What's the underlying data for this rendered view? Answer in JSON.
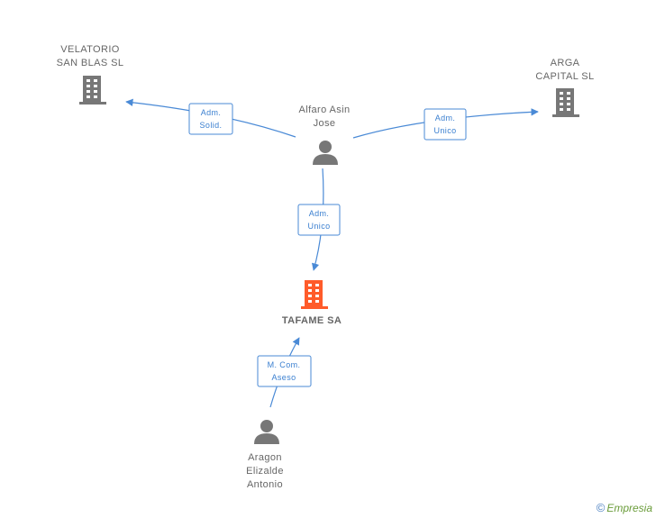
{
  "nodes": {
    "velatorio": {
      "lines": [
        "VELATORIO",
        "SAN BLAS  SL"
      ],
      "type": "company",
      "color": "#777777"
    },
    "arga": {
      "lines": [
        "ARGA",
        "CAPITAL SL"
      ],
      "type": "company",
      "color": "#777777"
    },
    "alfaro": {
      "lines": [
        "Alfaro Asin",
        "Jose"
      ],
      "type": "person",
      "color": "#777777"
    },
    "tafame": {
      "lines": [
        "TAFAME SA"
      ],
      "type": "company",
      "color": "#ff5b2a"
    },
    "aragon": {
      "lines": [
        "Aragon",
        "Elizalde",
        "Antonio"
      ],
      "type": "person",
      "color": "#777777"
    }
  },
  "edges": {
    "alfaro_velatorio": {
      "lines": [
        "Adm.",
        "Solid."
      ]
    },
    "alfaro_arga": {
      "lines": [
        "Adm.",
        "Unico"
      ]
    },
    "alfaro_tafame": {
      "lines": [
        "Adm.",
        "Unico"
      ]
    },
    "aragon_tafame": {
      "lines": [
        "M. Com.",
        "Aseso"
      ]
    }
  },
  "watermark": {
    "symbol": "©",
    "brand": "Empresia"
  },
  "colors": {
    "edge": "#4a8ad6",
    "edge_text": "#3a7fd0",
    "node_text": "#666666",
    "highlight": "#ff5b2a"
  }
}
